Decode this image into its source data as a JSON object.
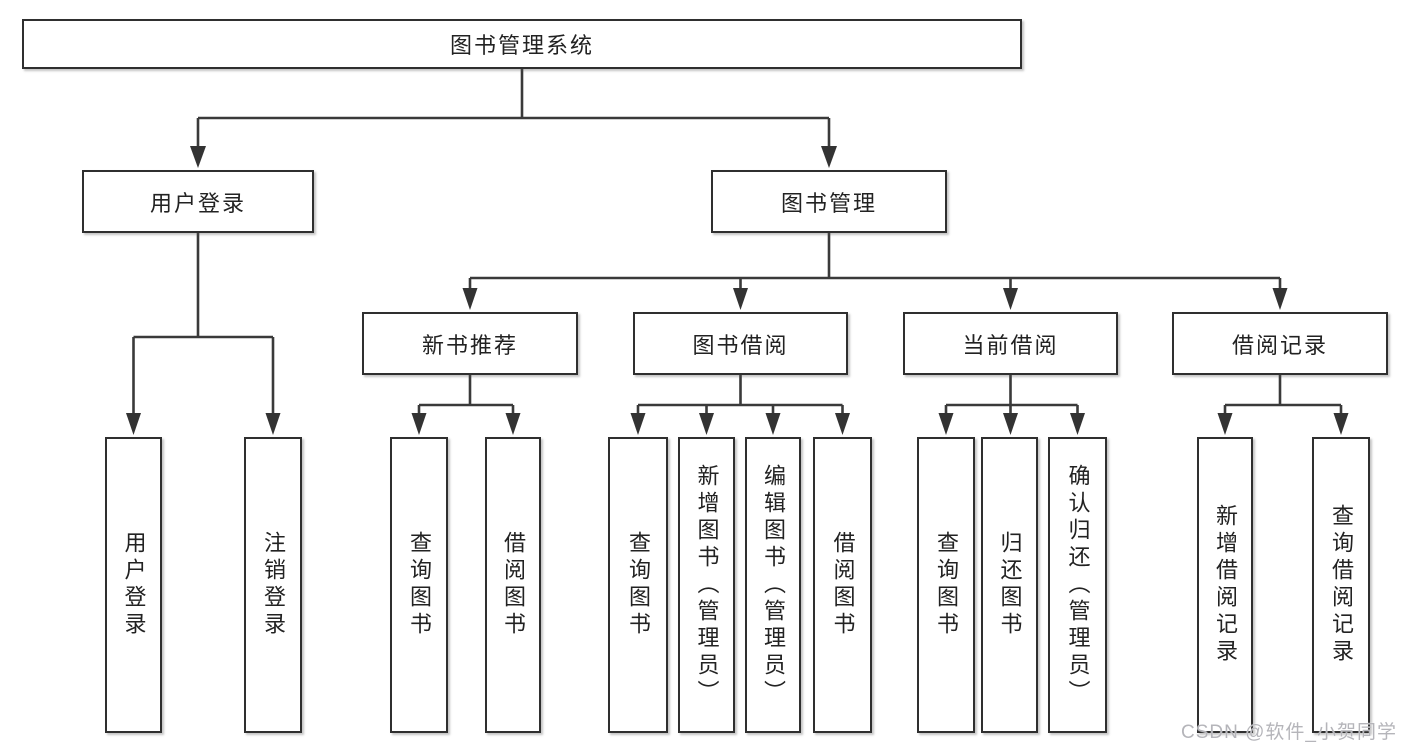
{
  "tree": {
    "root": {
      "label": "图书管理系统"
    },
    "branches": [
      {
        "label": "用户登录",
        "children": [
          {
            "label": "用户登录"
          },
          {
            "label": "注销登录"
          }
        ]
      },
      {
        "label": "图书管理",
        "children": [
          {
            "label": "新书推荐",
            "children": [
              {
                "label": "查询图书"
              },
              {
                "label": "借阅图书"
              }
            ]
          },
          {
            "label": "图书借阅",
            "children": [
              {
                "label": "查询图书"
              },
              {
                "label": "新增图书（管理员）"
              },
              {
                "label": "编辑图书（管理员）"
              },
              {
                "label": "借阅图书"
              }
            ]
          },
          {
            "label": "当前借阅",
            "children": [
              {
                "label": "查询图书"
              },
              {
                "label": "归还图书"
              },
              {
                "label": "确认归还（管理员）"
              }
            ]
          },
          {
            "label": "借阅记录",
            "children": [
              {
                "label": "新增借阅记录"
              },
              {
                "label": "查询借阅记录"
              }
            ]
          }
        ]
      }
    ]
  },
  "watermark": {
    "text": "CSDN @软件_小贺同学"
  },
  "colors": {
    "line": "#3a3a3a",
    "box_border": "#2f2f2f",
    "box_fill": "#ffffff",
    "text": "#222222",
    "watermark": "#b5b5ba"
  }
}
